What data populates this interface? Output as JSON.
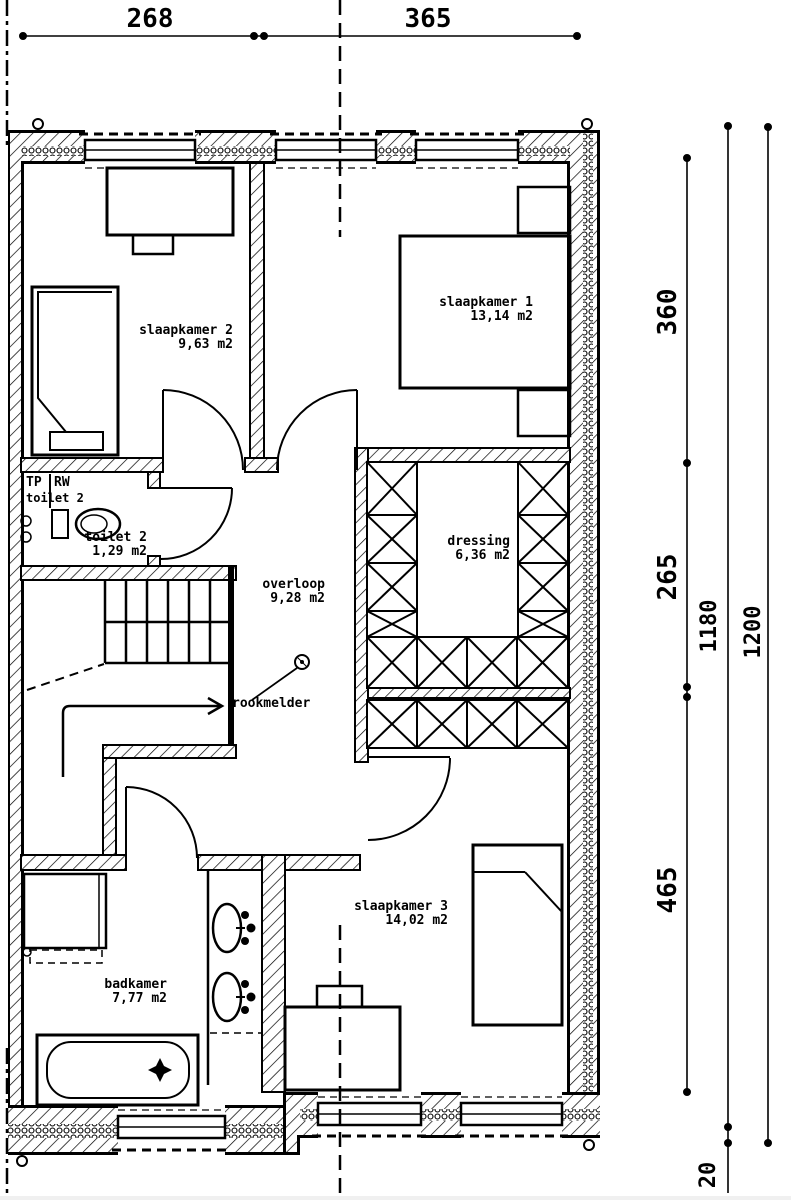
{
  "rooms": [
    {
      "id": "slaapkamer-2",
      "name": "slaapkamer 2",
      "area": "9,63 m2"
    },
    {
      "id": "slaapkamer-1",
      "name": "slaapkamer 1",
      "area": "13,14 m2"
    },
    {
      "id": "toilet-2",
      "name": "toilet 2",
      "area": "1,29 m2"
    },
    {
      "id": "overloop",
      "name": "overloop",
      "area": "9,28 m2"
    },
    {
      "id": "dressing",
      "name": "dressing",
      "area": "6,36 m2"
    },
    {
      "id": "badkamer",
      "name": "badkamer",
      "area": "7,77 m2"
    },
    {
      "id": "slaapkamer-3",
      "name": "slaapkamer 3",
      "area": "14,02 m2"
    }
  ],
  "annotations": {
    "smoke_detector": "rookmelder",
    "duct_tp": "TP",
    "duct_rw": "RW",
    "duct_room": "toilet 2"
  },
  "dimensions": {
    "top": [
      "268",
      "365"
    ],
    "right_segments": [
      "360",
      "265",
      "465"
    ],
    "right_total_inner": "1180",
    "right_total_outer": "1200",
    "bottom_offset": "20"
  },
  "colors": {
    "ink": "#000000",
    "paper": "#ffffff"
  }
}
